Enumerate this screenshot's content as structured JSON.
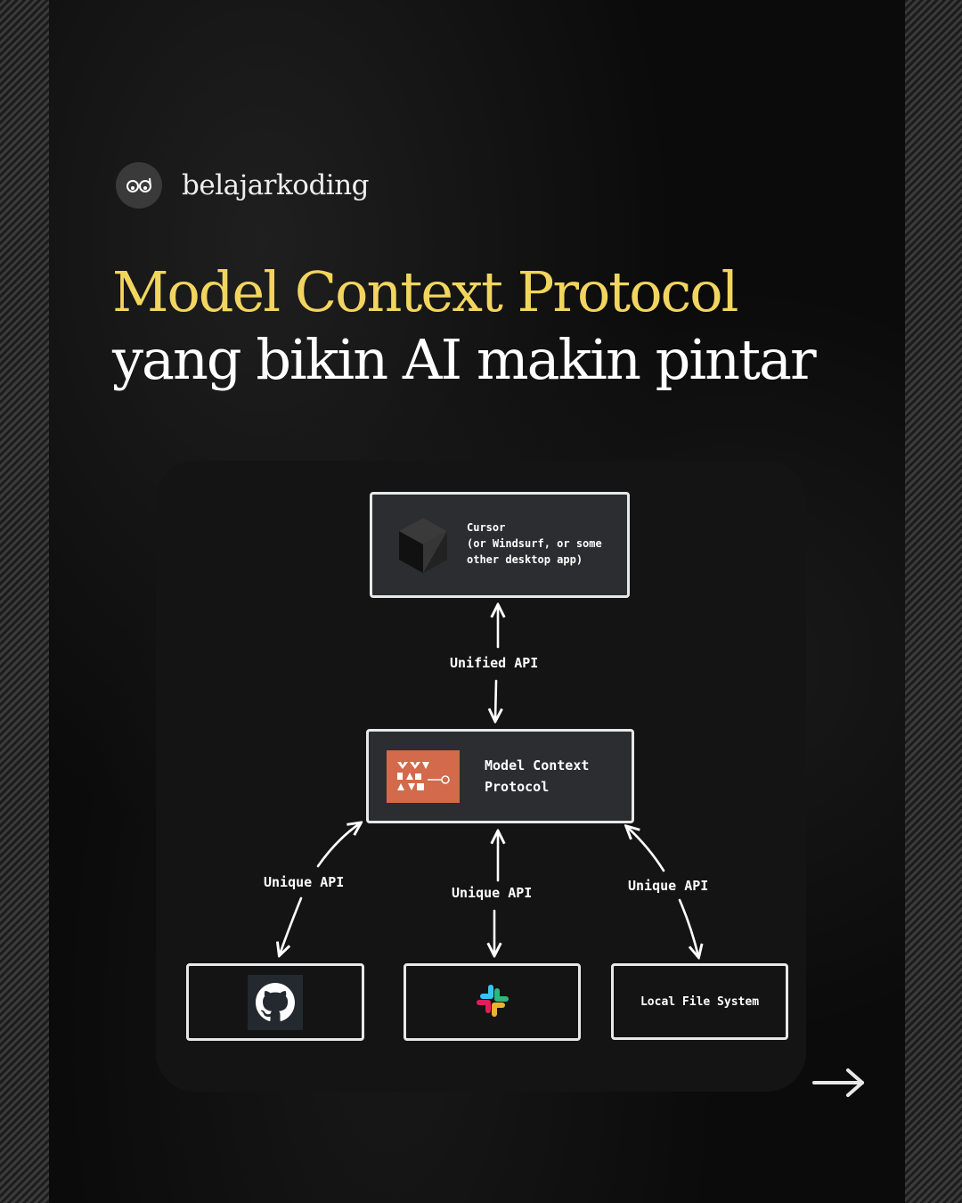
{
  "brand": {
    "name": "belajarkoding",
    "icon": "eyes-logo-icon"
  },
  "headline": {
    "line1": "Model Context Protocol",
    "line2": "yang bikin AI makin pintar"
  },
  "diagram": {
    "client": {
      "line1": "Cursor",
      "line2": "(or Windsurf, or some",
      "line3": "other desktop app)",
      "icon": "cursor-cube-icon"
    },
    "unified_api": "Unified API",
    "mcp": {
      "line1": "Model Context",
      "line2": "Protocol",
      "icon": "mcp-logo-icon"
    },
    "unique_api_left": "Unique API",
    "unique_api_center": "Unique API",
    "unique_api_right": "Unique API",
    "servers": {
      "github": {
        "icon": "github-icon"
      },
      "slack": {
        "icon": "slack-icon"
      },
      "filesystem": {
        "label": "Local File System"
      }
    }
  },
  "colors": {
    "headline_accent": "#f2d55f",
    "mcp_logo": "#d26a4b",
    "box_fill": "#2b2d31"
  },
  "nav": {
    "icon": "arrow-right-icon"
  }
}
